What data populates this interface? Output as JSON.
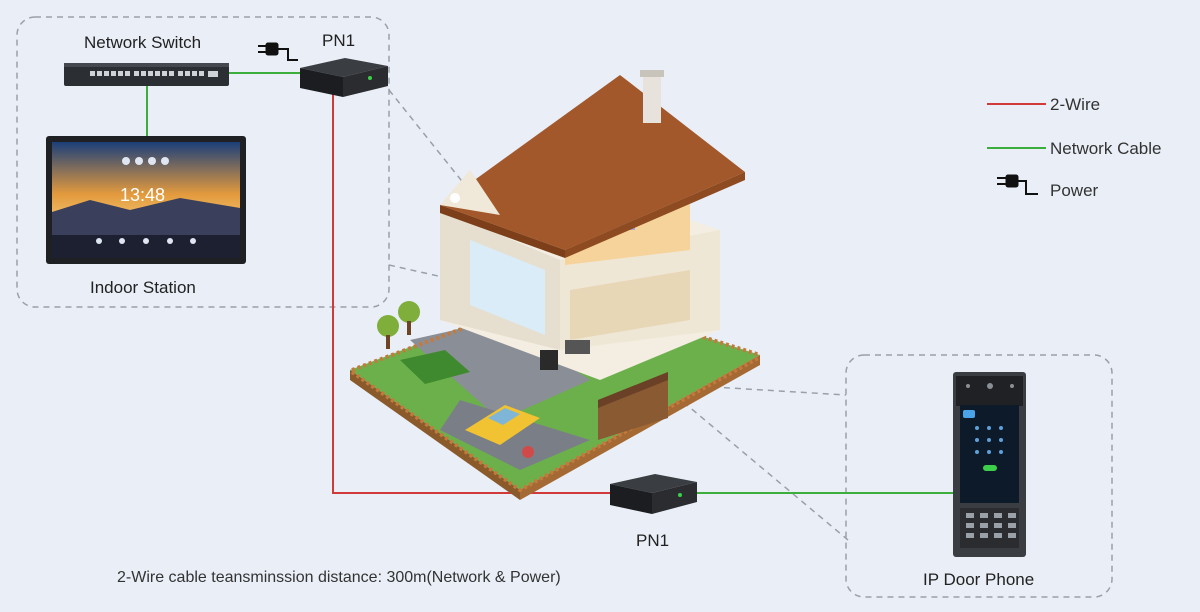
{
  "labels": {
    "network_switch": "Network Switch",
    "pn1_top": "PN1",
    "indoor_station": "Indoor Station",
    "pn1_bottom": "PN1",
    "ip_door_phone": "IP Door Phone"
  },
  "legend": {
    "two_wire": "2-Wire",
    "network_cable": "Network Cable",
    "power": "Power"
  },
  "screen": {
    "time": "13:48"
  },
  "caption": "2-Wire cable teansminssion distance: 300m(Network & Power)",
  "colors": {
    "two_wire": "#d23a3a",
    "network_cable": "#3cae3c",
    "background": "#e9eef7"
  }
}
